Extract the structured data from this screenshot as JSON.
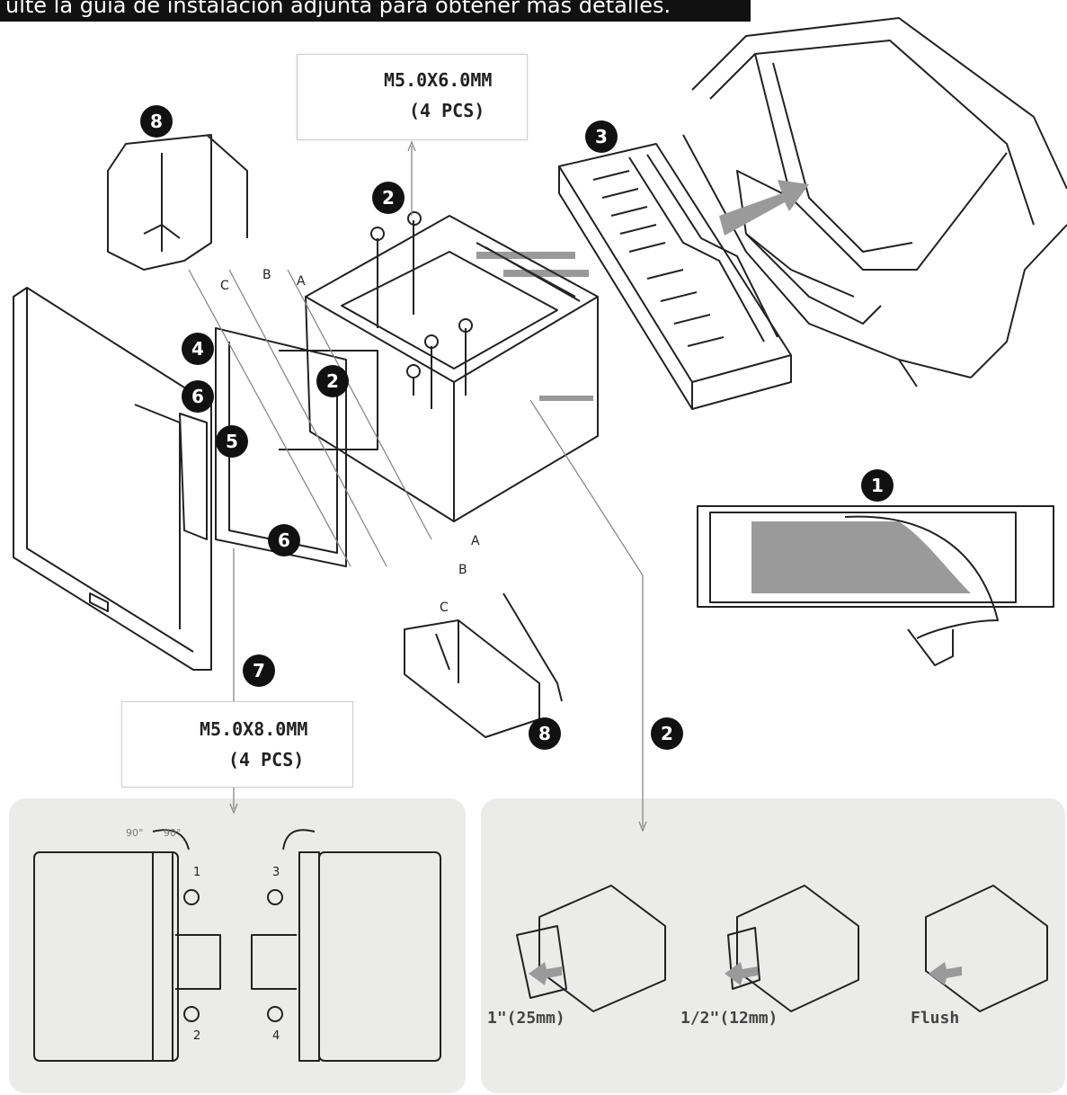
{
  "banner": {
    "text": "ulte la guía de instalación adjunta para obtener más detalles."
  },
  "screws_top": {
    "spec": "M5.0X6.0MM",
    "qty": "(4 PCS)"
  },
  "screws_bottom": {
    "spec": "M5.0X8.0MM",
    "qty": "(4 PCS)"
  },
  "badges": {
    "b1": "1",
    "b2a": "2",
    "b2b": "2",
    "b2c": "2",
    "b3": "3",
    "b4": "4",
    "b5": "5",
    "b6a": "6",
    "b6b": "6",
    "b7": "7",
    "b8a": "8",
    "b8b": "8"
  },
  "letters": {
    "a_top": "A",
    "b_top": "B",
    "c_top": "C",
    "a_bot": "A",
    "b_bot": "B",
    "c_bot": "C"
  },
  "rotation": {
    "deg_left": "90°",
    "deg_right": "90°",
    "n1": "1",
    "n2": "2",
    "n3": "3",
    "n4": "4"
  },
  "depth_options": {
    "opt1": "1\"(25mm)",
    "opt2": "1/2\"(12mm)",
    "opt3": "Flush"
  },
  "colors": {
    "badge": "#111111",
    "panel": "#ebebea",
    "arrow": "#8f8f8f"
  }
}
